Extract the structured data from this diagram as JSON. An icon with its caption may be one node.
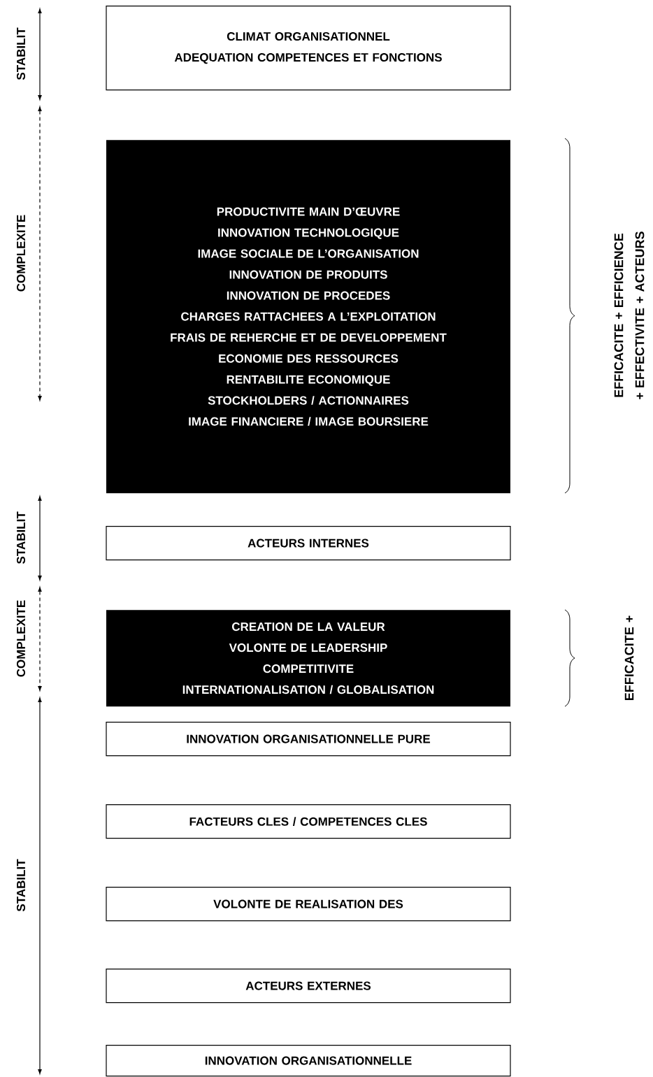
{
  "diagram": {
    "nodes": [
      {
        "text": [
          "CLIMAT ORGANISATIONNEL",
          "ADEQUATION COMPETENCES ET FONCTIONS"
        ]
      },
      {
        "text": [
          "PRODUCTIVITE MAIN D’ŒUVRE",
          "INNOVATION TECHNOLOGIQUE",
          "IMAGE SOCIALE DE L’ORGANISATION",
          "INNOVATION DE PRODUITS",
          "INNOVATION DE PROCEDES",
          "CHARGES RATTACHEES A L’EXPLOITATION",
          "FRAIS DE REHERCHE ET DE DEVELOPPEMENT",
          "ECONOMIE DES RESSOURCES",
          "RENTABILITE ECONOMIQUE",
          "STOCKHOLDERS / ACTIONNAIRES",
          "IMAGE FINANCIERE / IMAGE BOURSIERE"
        ]
      },
      {
        "text": [
          "ACTEURS INTERNES"
        ]
      },
      {
        "text": [
          "CREATION DE LA VALEUR",
          "VOLONTE DE LEADERSHIP",
          "COMPETITIVITE",
          "INTERNATIONALISATION / GLOBALISATION"
        ]
      },
      {
        "text": [
          "INNOVATION ORGANISATIONNELLE PURE"
        ]
      },
      {
        "text": [
          "FACTEURS CLES / COMPETENCES CLES"
        ]
      },
      {
        "text": [
          "VOLONTE DE REALISATION DES"
        ]
      },
      {
        "text": [
          "ACTEURS EXTERNES"
        ]
      },
      {
        "text": [
          "INNOVATION ORGANISATIONNELLE"
        ]
      }
    ],
    "labels": [
      "STABILIT",
      "COMPLEXITE",
      "EFFICACITE + EFFICIENCE + EFFECTIVITE + ACTEURS",
      "STABILIT",
      "COMPLEXITE",
      "EFFICACITE +",
      "STABILIT"
    ]
  }
}
